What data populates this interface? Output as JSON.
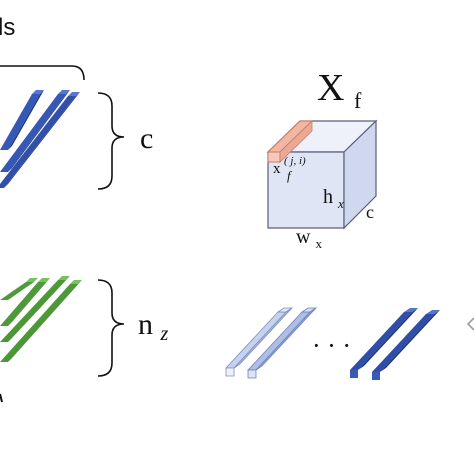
{
  "top_fragment_label": "ls",
  "brace_c_label": "c",
  "brace_nz_label": {
    "base": "n",
    "sub": "z"
  },
  "tensor": {
    "title": {
      "base": "X",
      "sub": "f"
    },
    "element_label": {
      "base": "x",
      "sub": "f",
      "sup": "( j, i)"
    },
    "height_label": {
      "base": "h",
      "sub": "x"
    },
    "depth_label": "c",
    "width_label": {
      "base": "w",
      "sub": "x"
    }
  },
  "sequence_ellipsis": "· · ·",
  "colors": {
    "dark_blue": "#2f4ea8",
    "light_blue": "#c9d6f0",
    "green": "#4e9a3a",
    "cube_face": "#dde3f3",
    "cube_edge": "#5a5f7a",
    "highlight": "#f2b6a3"
  }
}
